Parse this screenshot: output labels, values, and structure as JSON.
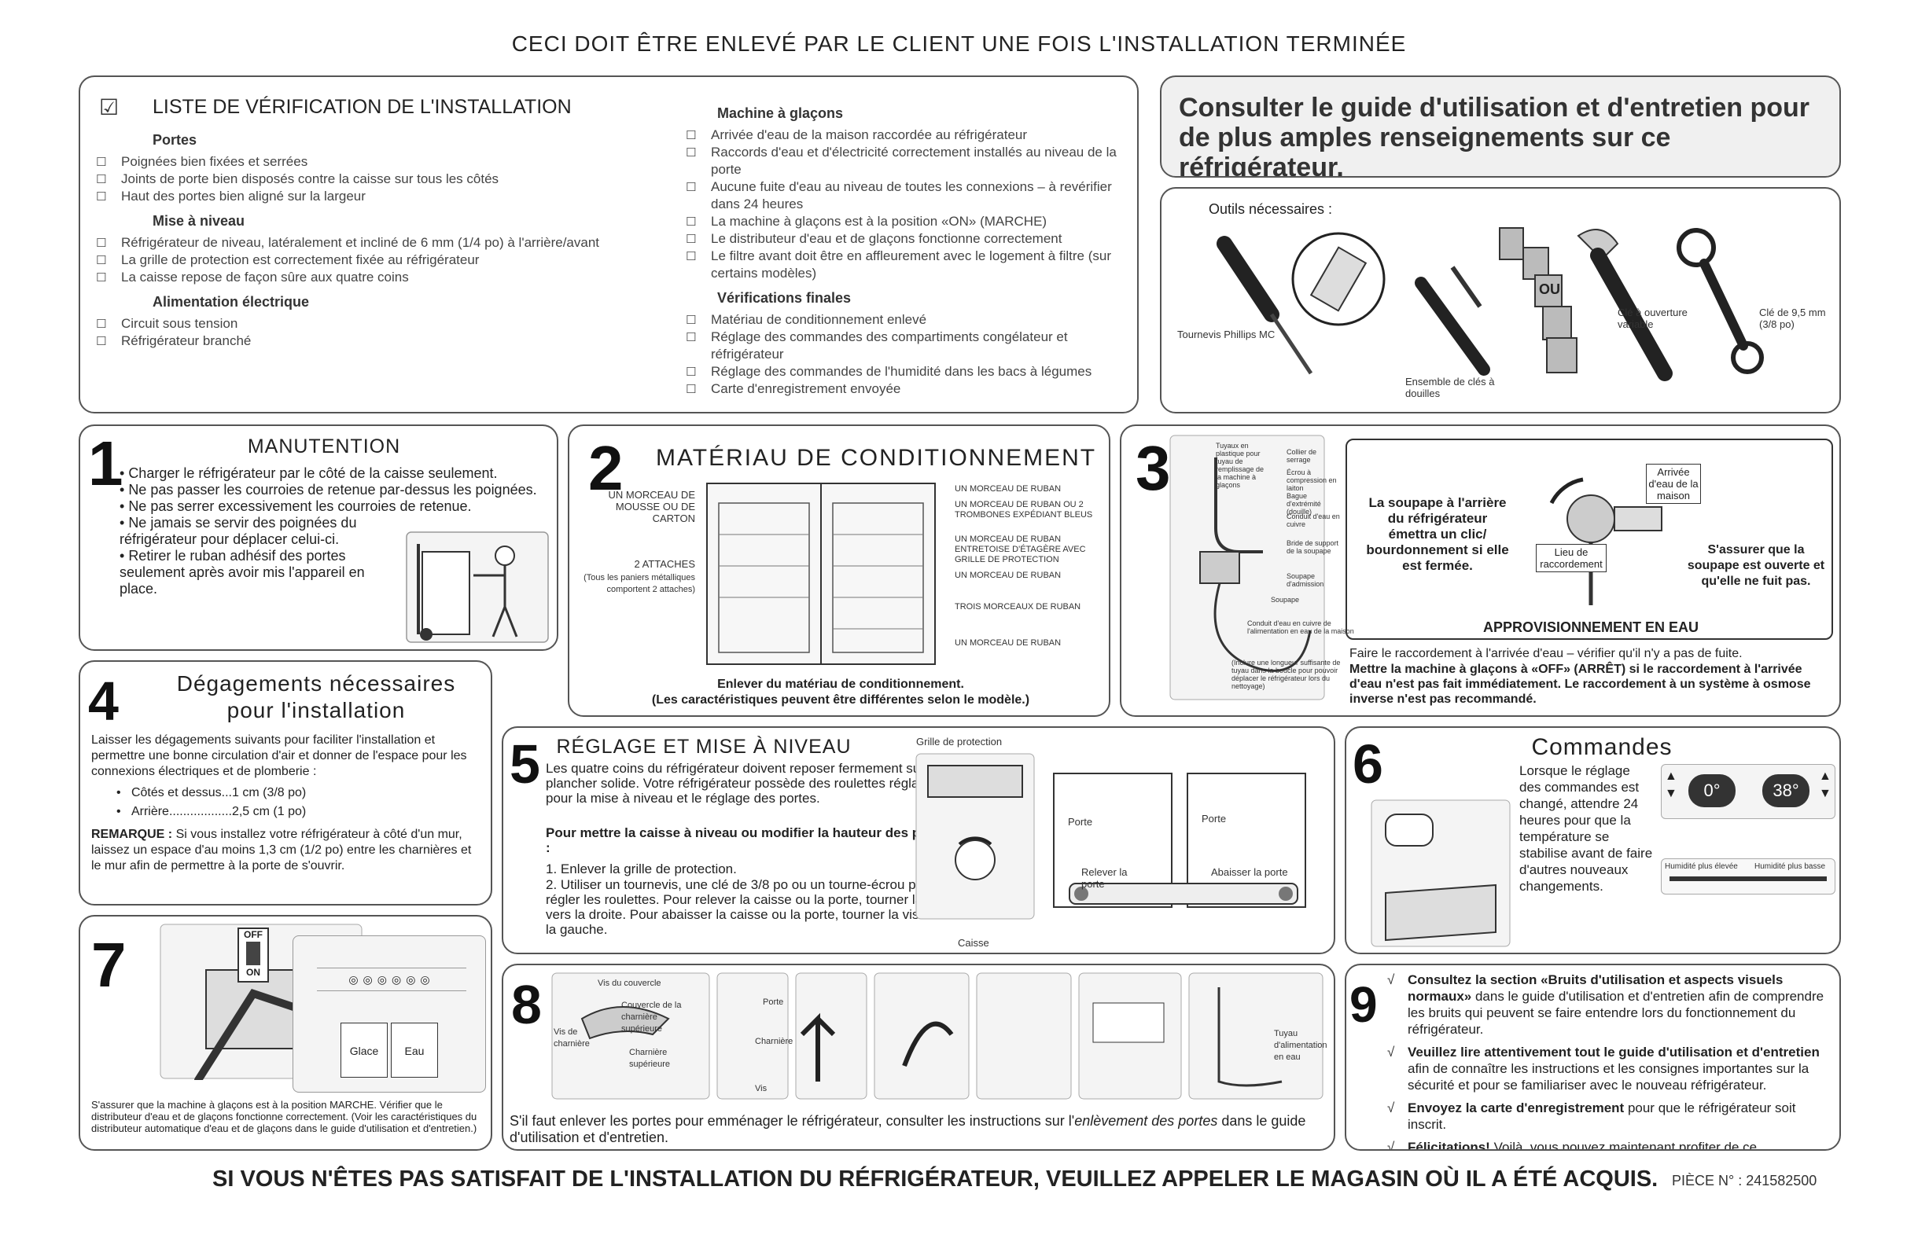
{
  "header": {
    "top_title": "CECI DOIT ÊTRE ENLEVÉ PAR LE CLIENT UNE FOIS L'INSTALLATION TERMINÉE",
    "bottom_title": "SI VOUS N'ÊTES PAS SATISFAIT DE L'INSTALLATION DU RÉFRIGÉRATEUR, VEUILLEZ APPELER LE MAGASIN OÙ IL A ÉTÉ ACQUIS.",
    "part_number": "PIÈCE N° : 241582500"
  },
  "checklist": {
    "title": "LISTE DE VÉRIFICATION DE L'INSTALLATION",
    "col1": [
      {
        "heading": "Portes",
        "items": [
          "Poignées bien fixées et serrées",
          "Joints de porte bien disposés contre la caisse sur tous les côtés",
          "Haut des portes bien aligné sur la largeur"
        ]
      },
      {
        "heading": "Mise à niveau",
        "items": [
          "Réfrigérateur de niveau, latéralement et incliné de 6 mm (1/4 po) à l'arrière/avant",
          "La grille de protection est correctement fixée au réfrigérateur",
          "La caisse repose de façon sûre aux quatre coins"
        ]
      },
      {
        "heading": "Alimentation électrique",
        "items": [
          "Circuit sous tension",
          "Réfrigérateur branché"
        ]
      }
    ],
    "col2": [
      {
        "heading": "Machine à glaçons",
        "items": [
          "Arrivée d'eau de la maison raccordée au réfrigérateur",
          "Raccords d'eau et d'électricité correctement installés au niveau de la porte",
          "Aucune fuite d'eau au niveau de toutes les connexions – à revérifier dans 24 heures",
          "La machine à glaçons est à la position «ON» (MARCHE)",
          "Le distributeur d'eau et de glaçons fonctionne correctement",
          "Le filtre avant doit être en affleurement avec le logement à filtre (sur certains modèles)"
        ]
      },
      {
        "heading": "Vérifications finales",
        "items": [
          "Matériau de conditionnement enlevé",
          "Réglage des commandes des compartiments congélateur et réfrigérateur",
          "Réglage des commandes de l'humidité dans les bacs à légumes",
          "Carte d'enregistrement envoyée"
        ]
      }
    ]
  },
  "consult": {
    "text": "Consulter le guide d'utilisation et d'entretien pour de plus amples renseignements sur ce réfrigérateur."
  },
  "tools": {
    "title": "Outils nécessaires :",
    "screwdriver": "Tournevis Phillips MC",
    "sockets": "Ensemble de clés à douilles",
    "ou": "OU",
    "wrench": "Clé à ouverture variable",
    "spanner": "Clé de 9,5 mm (3/8 po)"
  },
  "s1": {
    "num": "1",
    "title": "MANUTENTION",
    "bullets": [
      "Charger le réfrigérateur par le côté de la caisse seulement.",
      "Ne pas passer les courroies de retenue par-dessus les poignées.",
      "Ne pas serrer excessivement les courroies de retenue.",
      "Ne jamais se servir des poignées du réfrigérateur pour déplacer celui-ci.",
      "Retirer le ruban adhésif des portes seulement après avoir mis l'appareil en place."
    ]
  },
  "s2": {
    "num": "2",
    "title": "MATÉRIAU DE CONDITIONNEMENT",
    "left_labels": [
      "UN MORCEAU DE MOUSSE OU DE CARTON",
      "2 ATTACHES",
      "(Tous les paniers métalliques comportent 2 attaches)"
    ],
    "right_labels": [
      "UN MORCEAU DE RUBAN",
      "UN MORCEAU DE RUBAN OU 2 TROMBONES EXPÉDIANT BLEUS",
      "UN MORCEAU DE RUBAN ENTRETOISE D'ÉTAGÈRE AVEC GRILLE DE PROTECTION",
      "UN MORCEAU DE RUBAN",
      "TROIS MORCEAUX DE RUBAN",
      "UN MORCEAU DE RUBAN"
    ],
    "caption1": "Enlever du matériau de conditionnement.",
    "caption2": "(Les caractéristiques peuvent être différentes selon le modèle.)"
  },
  "s3": {
    "num": "3",
    "labels": [
      "Tuyaux en plastique pour tuyau de remplissage de la machine à glaçons",
      "Collier de serrage",
      "Écrou à compression en laiton",
      "Bague d'extrémité (douille)",
      "Conduit d'eau en cuivre",
      "Bride de support de la soupape",
      "Soupape d'admission",
      "Soupape",
      "Conduit d'eau en cuivre de l'alimentation en eau de la maison",
      "(Inclure une longueur suffisante de tuyau dans la boucle pour pouvoir déplacer le réfrigérateur lors du nettoyage)"
    ],
    "valve_text": "La soupape à l'arrière du réfrigérateur émettra un clic/ bourdonnement si elle est fermée.",
    "arrivee": "Arrivée d'eau de la maison",
    "lieu": "Lieu de raccordement",
    "ensure": "S'assurer que la soupape est ouverte et qu'elle ne fuit pas.",
    "appro": "APPROVISIONNEMENT EN EAU",
    "note1": "Faire le raccordement à l'arrivée d'eau – vérifier qu'il n'y a pas de fuite.",
    "note2": "Mettre la machine à glaçons à «OFF» (ARRÊT) si le raccordement à l'arrivée d'eau n'est pas fait immédiatement. Le raccordement à un système à osmose inverse n'est pas recommandé."
  },
  "s4": {
    "num": "4",
    "title1": "Dégagements nécessaires",
    "title2": "pour l'installation",
    "para": "Laisser les dégagements suivants pour faciliter l'installation et permettre une bonne circulation d'air et donner de l'espace pour les connexions électriques et de plomberie :",
    "item1": "Côtés et dessus...1 cm (3/8 po)",
    "item2": "Arrière..................2,5 cm (1 po)",
    "remark_label": "REMARQUE :",
    "remark": "Si vous installez votre réfrigérateur à côté d'un mur, laissez un espace d'au moins 1,3 cm (1/2 po) entre les charnières et le mur afin de permettre à la porte de s'ouvrir."
  },
  "s5": {
    "num": "5",
    "title": "RÉGLAGE ET MISE À NIVEAU",
    "intro": "Les quatre coins du réfrigérateur doivent reposer fermement sur un plancher solide. Votre réfrigérateur possède des roulettes réglables pour la mise à niveau et le réglage des portes.",
    "bold_head": "Pour mettre la caisse à niveau ou modifier la hauteur des portes :",
    "step1": "1. Enlever la grille de protection.",
    "step2": "2. Utiliser un tournevis, une clé de 3/8 po ou un tourne-écrou pour régler les roulettes. Pour relever la caisse ou la porte, tourner la vis vers la droite. Pour abaisser la caisse ou la porte, tourner la vis vers la gauche.",
    "grille": "Grille de protection",
    "caisse": "Caisse",
    "porte": "Porte",
    "relever": "Relever la porte",
    "abaisser": "Abaisser la porte"
  },
  "s6": {
    "num": "6",
    "title": "Commandes",
    "text": "Lorsque le réglage des commandes est changé, attendre 24 heures pour que la température se stabilise avant de faire d'autres nouveaux changements.",
    "temp1": "0°",
    "temp2": "38°",
    "hum_low": "Humidité plus élevée",
    "hum_high": "Humidité plus basse"
  },
  "s7": {
    "num": "7",
    "off": "OFF",
    "on": "ON",
    "glace": "Glace",
    "eau": "Eau",
    "text": "S'assurer que la machine à glaçons est à la position MARCHE. Vérifier que le distributeur d'eau et de glaçons fonctionne correctement. (Voir les caractéristiques du distributeur automatique d'eau et de glaçons dans le guide d'utilisation et d'entretien.)"
  },
  "s8": {
    "num": "8",
    "labels": [
      "Vis du couvercle",
      "Couvercle de la charnière supérieure",
      "Vis de charnière",
      "Charnière supérieure",
      "Porte",
      "Charnière",
      "Vis",
      "Tuyau d'alimentation en eau"
    ],
    "text_a": "S'il faut enlever les portes pour emménager le réfrigérateur, consulter les instructions sur l'",
    "text_ital": "enlèvement des portes",
    "text_b": " dans le guide d'utilisation et d'entretien."
  },
  "s9": {
    "num": "9",
    "items": [
      {
        "bold": "Consultez la section «Bruits d'utilisation et aspects visuels normaux»",
        "rest": " dans le guide d'utilisation et d'entretien afin de comprendre les bruits qui peuvent se faire entendre lors du fonctionnement du réfrigérateur."
      },
      {
        "bold": "Veuillez lire attentivement tout le guide d'utilisation et d'entretien",
        "rest": " afin de connaître les instructions et les consignes importantes sur la sécurité et pour se familiariser avec le nouveau réfrigérateur."
      },
      {
        "bold": "Envoyez la carte d'enregistrement",
        "rest": " pour que le réfrigérateur soit inscrit."
      },
      {
        "bold": "Félicitations!",
        "rest": " Voilà, vous pouvez maintenant profiter de ce réfrigérateur."
      }
    ],
    "check": "√"
  },
  "colors": {
    "border": "#555555",
    "text": "#222222",
    "illus": "#f4f4f4"
  }
}
